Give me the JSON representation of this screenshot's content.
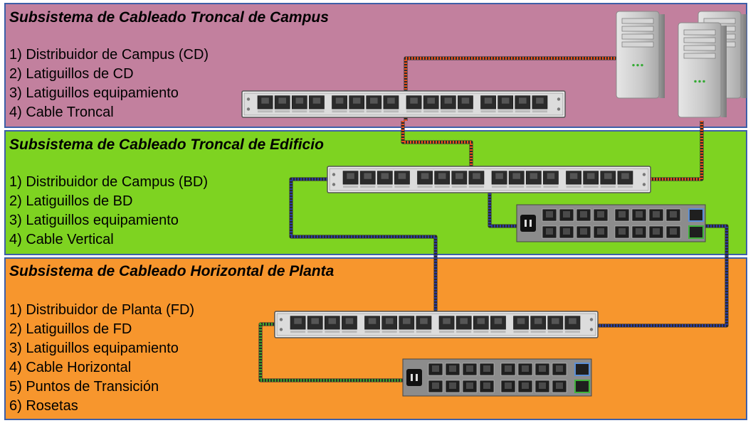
{
  "colors": {
    "band_campus": "#c2809e",
    "band_building": "#7ed321",
    "band_floor": "#f7962d",
    "border": "#3d5fa8",
    "cable_trunk": "#e8501c",
    "cable_vertical": "#2d3aa0",
    "cable_horizontal": "#3fa32a"
  },
  "campus": {
    "title": "Subsistema de Cableado Troncal de Campus",
    "items": [
      "1) Distribuidor de Campus (CD)",
      "2) Latiguillos de CD",
      "3) Latiguillos equipamiento",
      "4) Cable Troncal"
    ]
  },
  "building": {
    "title": "Subsistema de Cableado Troncal de Edificio",
    "items": [
      "1) Distribuidor de Campus (BD)",
      "2) Latiguillos de BD",
      "3) Latiguillos equipamiento",
      "4) Cable Vertical"
    ]
  },
  "floor": {
    "title": "Subsistema de Cableado Horizontal de Planta",
    "items": [
      "1) Distribuidor de Planta (FD)",
      "2) Latiguillos de FD",
      "3) Latiguillos equipamiento",
      "4) Cable Horizontal",
      "5) Puntos de Transición",
      "6) Rosetas"
    ]
  }
}
